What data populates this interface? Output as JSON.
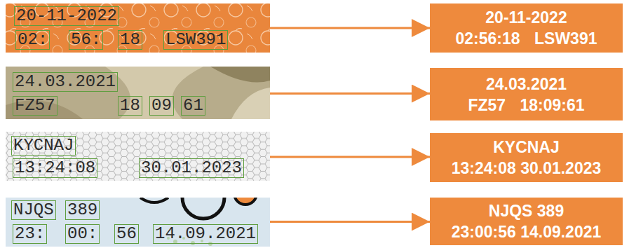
{
  "diagram": {
    "nodes": [
      {
        "text": [
          "20-11-2022",
          "02:",
          "56:",
          "18",
          "LSW391"
        ]
      },
      {
        "text": [
          "20-11-2022",
          "02:56:18 LSW391"
        ]
      },
      {
        "text": [
          "24.03.2021",
          "FZ57",
          "18",
          "09",
          "61"
        ]
      },
      {
        "text": [
          "24.03.2021",
          "FZ57 18:09:61"
        ]
      },
      {
        "text": [
          "KYCNAJ",
          "13:24:08",
          "30.01.2023"
        ]
      },
      {
        "text": [
          "KYCNAJ",
          "13:24:08 30.01.2023"
        ]
      },
      {
        "text": [
          "NJQS",
          "389",
          "23:",
          "00:",
          "56",
          "14.09.2021"
        ]
      },
      {
        "text": [
          "NJQS 389",
          "23:00:56 14.09.2021"
        ]
      }
    ],
    "edges": [
      {
        "from": 0,
        "to": 1,
        "arrow": "to"
      },
      {
        "from": 2,
        "to": 3,
        "arrow": "to"
      },
      {
        "from": 4,
        "to": 5,
        "arrow": "to"
      },
      {
        "from": 6,
        "to": 7,
        "arrow": "to"
      }
    ]
  }
}
